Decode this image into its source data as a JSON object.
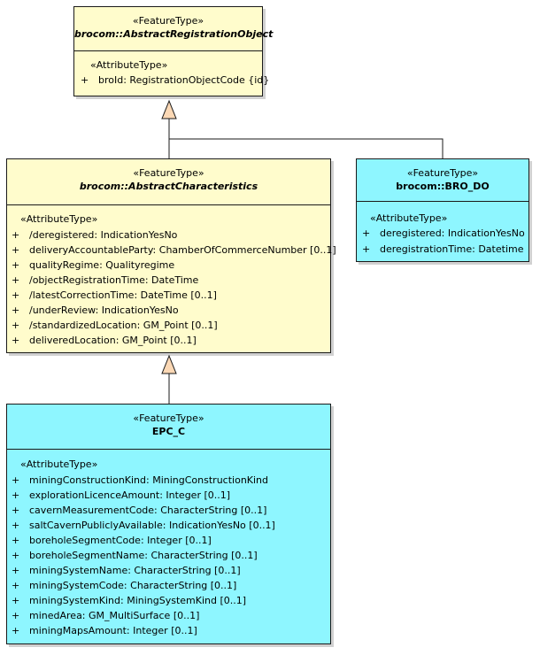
{
  "diagram": {
    "classes": {
      "abstract_registration_object": {
        "stereotype": "«FeatureType»",
        "name": "brocom::AbstractRegistrationObject",
        "attribute_stereotype": "«AttributeType»",
        "attributes": [
          {
            "visibility": "+",
            "text": "broId: RegistrationObjectCode {id}"
          }
        ]
      },
      "abstract_characteristics": {
        "stereotype": "«FeatureType»",
        "name": "brocom::AbstractCharacteristics",
        "attribute_stereotype": "«AttributeType»",
        "attributes": [
          {
            "visibility": "+",
            "text": "/deregistered: IndicationYesNo"
          },
          {
            "visibility": "+",
            "text": "deliveryAccountableParty: ChamberOfCommerceNumber [0..1]"
          },
          {
            "visibility": "+",
            "text": "qualityRegime: Qualityregime"
          },
          {
            "visibility": "+",
            "text": "/objectRegistrationTime: DateTime"
          },
          {
            "visibility": "+",
            "text": "/latestCorrectionTime: DateTime [0..1]"
          },
          {
            "visibility": "+",
            "text": "/underReview: IndicationYesNo"
          },
          {
            "visibility": "+",
            "text": "/standardizedLocation: GM_Point [0..1]"
          },
          {
            "visibility": "+",
            "text": "deliveredLocation: GM_Point [0..1]"
          }
        ]
      },
      "bro_do": {
        "stereotype": "«FeatureType»",
        "name": "brocom::BRO_DO",
        "attribute_stereotype": "«AttributeType»",
        "attributes": [
          {
            "visibility": "+",
            "text": "deregistered: IndicationYesNo"
          },
          {
            "visibility": "+",
            "text": "deregistrationTime: Datetime"
          }
        ]
      },
      "epc_c": {
        "stereotype": "«FeatureType»",
        "name": "EPC_C",
        "attribute_stereotype": "«AttributeType»",
        "attributes": [
          {
            "visibility": "+",
            "text": "miningConstructionKind: MiningConstructionKind"
          },
          {
            "visibility": "+",
            "text": "explorationLicenceAmount: Integer [0..1]"
          },
          {
            "visibility": "+",
            "text": "cavernMeasurementCode: CharacterString [0..1]"
          },
          {
            "visibility": "+",
            "text": "saltCavernPubliclyAvailable: IndicationYesNo [0..1]"
          },
          {
            "visibility": "+",
            "text": "boreholeSegmentCode: Integer [0..1]"
          },
          {
            "visibility": "+",
            "text": "boreholeSegmentName: CharacterString [0..1]"
          },
          {
            "visibility": "+",
            "text": "miningSystemName: CharacterString [0..1]"
          },
          {
            "visibility": "+",
            "text": "miningSystemCode: CharacterString [0..1]"
          },
          {
            "visibility": "+",
            "text": "miningSystemKind: MiningSystemKind [0..1]"
          },
          {
            "visibility": "+",
            "text": "minedArea: GM_MultiSurface [0..1]"
          },
          {
            "visibility": "+",
            "text": "miningMapsAmount: Integer [0..1]"
          }
        ]
      }
    },
    "colors": {
      "abstract_fill": "#fffccc",
      "concrete_fill": "#8ef6ff",
      "arrowhead_fill": "#fbd8b5",
      "line": "#1a1a1a"
    }
  }
}
